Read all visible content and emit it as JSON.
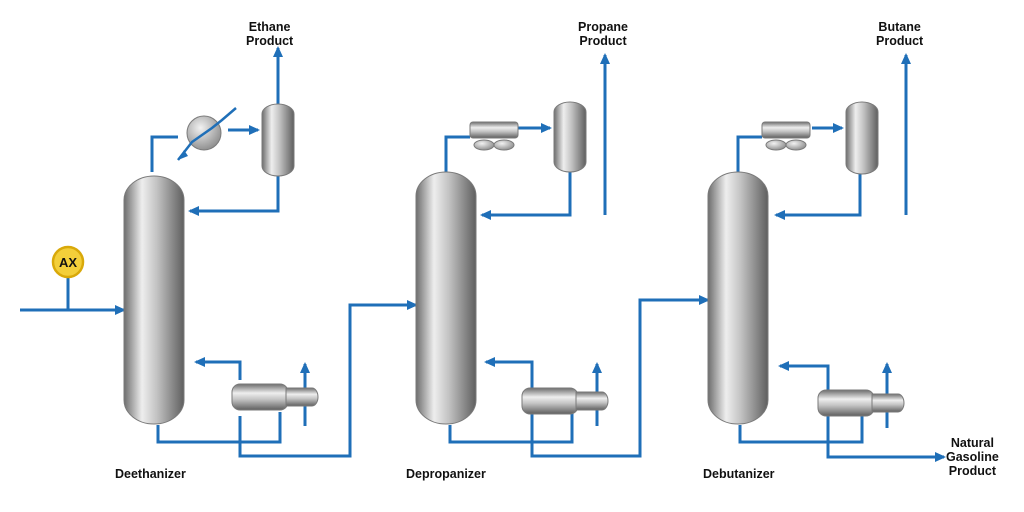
{
  "colors": {
    "pipe": "#1f6fb8",
    "vessel_light": "#eeeeee",
    "vessel_mid": "#b5b5b5",
    "vessel_dark": "#6d6d6d",
    "analyzer_fill": "#f3cf3a",
    "analyzer_ring": "#d9a90a"
  },
  "analyzer": {
    "label": "AX"
  },
  "columns": [
    {
      "name": "Deethanizer"
    },
    {
      "name": "Depropanizer"
    },
    {
      "name": "Debutanizer"
    }
  ],
  "products": [
    {
      "line1": "Ethane",
      "line2": "Product"
    },
    {
      "line1": "Propane",
      "line2": "Product"
    },
    {
      "line1": "Butane",
      "line2": "Product"
    }
  ],
  "bottoms_product": {
    "line1": "Natural",
    "line2": "Gasoline",
    "line3": "Product"
  },
  "icons": {
    "column": "distillation-column-icon",
    "drum": "reflux-drum-icon",
    "reboiler": "reboiler-icon",
    "condenser_hx": "heat-exchanger-icon",
    "condenser_fan": "air-cooler-icon"
  }
}
